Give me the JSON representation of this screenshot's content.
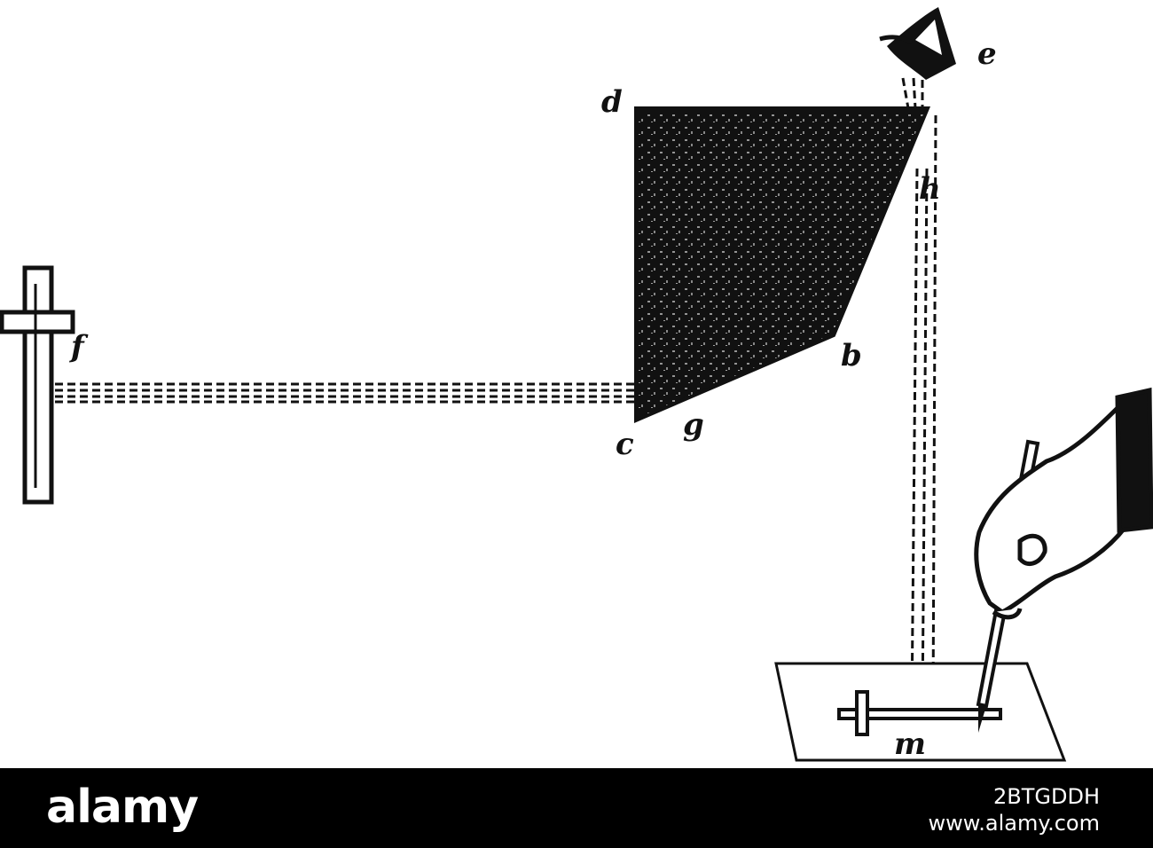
{
  "figure": {
    "labels": {
      "d": "d",
      "e": "e",
      "h": "h",
      "f": "f",
      "b": "b",
      "c": "c",
      "g": "g",
      "m": "m"
    },
    "ink_color": "#111111"
  },
  "footer": {
    "brand": "alamy",
    "image_id": "2BTGDDH",
    "site": "www.alamy.com",
    "background": "#000000"
  }
}
